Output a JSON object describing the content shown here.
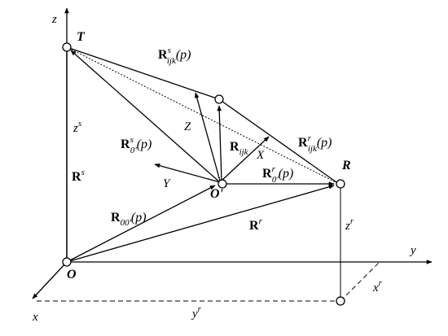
{
  "axes": {
    "x": "x",
    "y": "y",
    "z": "z"
  },
  "points": {
    "O": "O",
    "O_prime": "O'",
    "T": "T",
    "R": "R"
  },
  "local_axes": {
    "X": "X",
    "Y": "Y",
    "Z": "Z"
  },
  "labels": {
    "R_s_ijk": {
      "R": "R",
      "sup": "s",
      "sub": "ijk",
      "arg": "(p)"
    },
    "R_r_ijk": {
      "R": "R",
      "sup": "r",
      "sub": "ijk",
      "arg": "(p)"
    },
    "R_s_0": {
      "R": "R",
      "sup": "s",
      "sub": "0'",
      "arg": "(p)"
    },
    "R_r_0": {
      "R": "R",
      "sup": "r",
      "sub": "0'",
      "arg": "(p)"
    },
    "R_ijk": {
      "R": "R",
      "sub": "ijk"
    },
    "R_00": {
      "R": "R",
      "sub": "00'",
      "arg": "(p)"
    },
    "R_s": {
      "R": "R",
      "sup": "s"
    },
    "R_r": {
      "R": "R",
      "sup": "r"
    },
    "z_s": {
      "base": "z",
      "sup": "s"
    },
    "z_r": {
      "base": "z",
      "sup": "r"
    },
    "x_r": {
      "base": "x",
      "sup": "r"
    },
    "y_r": {
      "base": "y",
      "sup": "r"
    }
  }
}
